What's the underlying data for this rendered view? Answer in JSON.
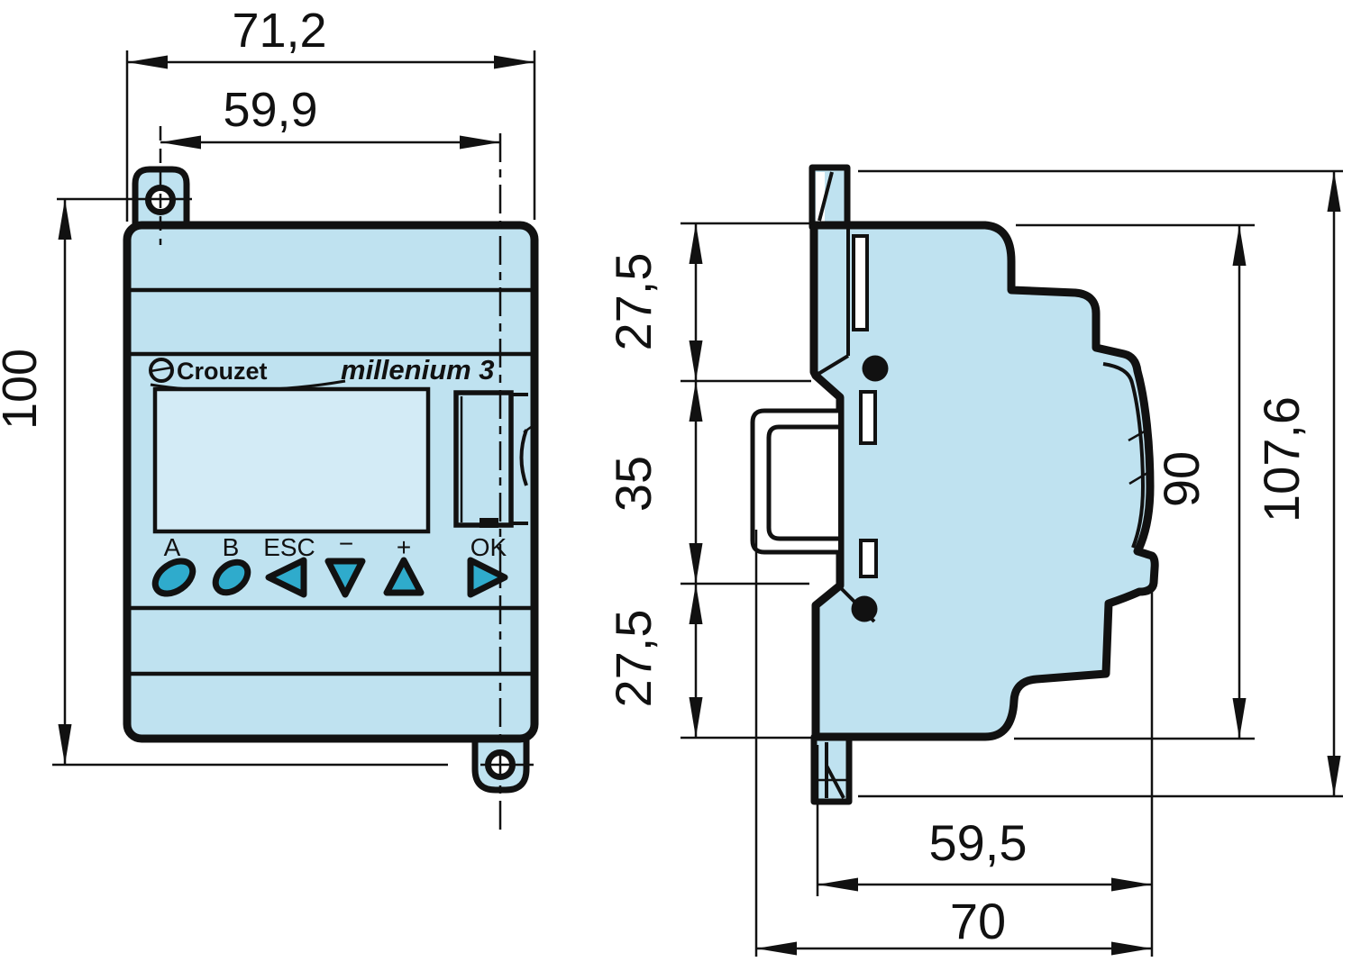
{
  "drawing": {
    "front": {
      "brand": "Crouzet",
      "model": "millenium 3",
      "buttons": [
        "A",
        "B",
        "ESC",
        "−",
        "+",
        "OK"
      ],
      "dims": {
        "overall_width": "71,2",
        "mount_hole_spacing_x": "59,9",
        "mount_hole_spacing_y": "100"
      }
    },
    "side": {
      "dims": {
        "upper_section": "27,5",
        "din_rail": "35",
        "lower_section": "27,5",
        "body_height": "90",
        "overall_height": "107,6",
        "depth_body": "59,5",
        "depth_overall": "70"
      }
    },
    "colors": {
      "body_fill": "#bfe2f0",
      "button_fill": "#2fabcc",
      "screen_fill": "#d3ebf6",
      "line": "#111111"
    }
  }
}
